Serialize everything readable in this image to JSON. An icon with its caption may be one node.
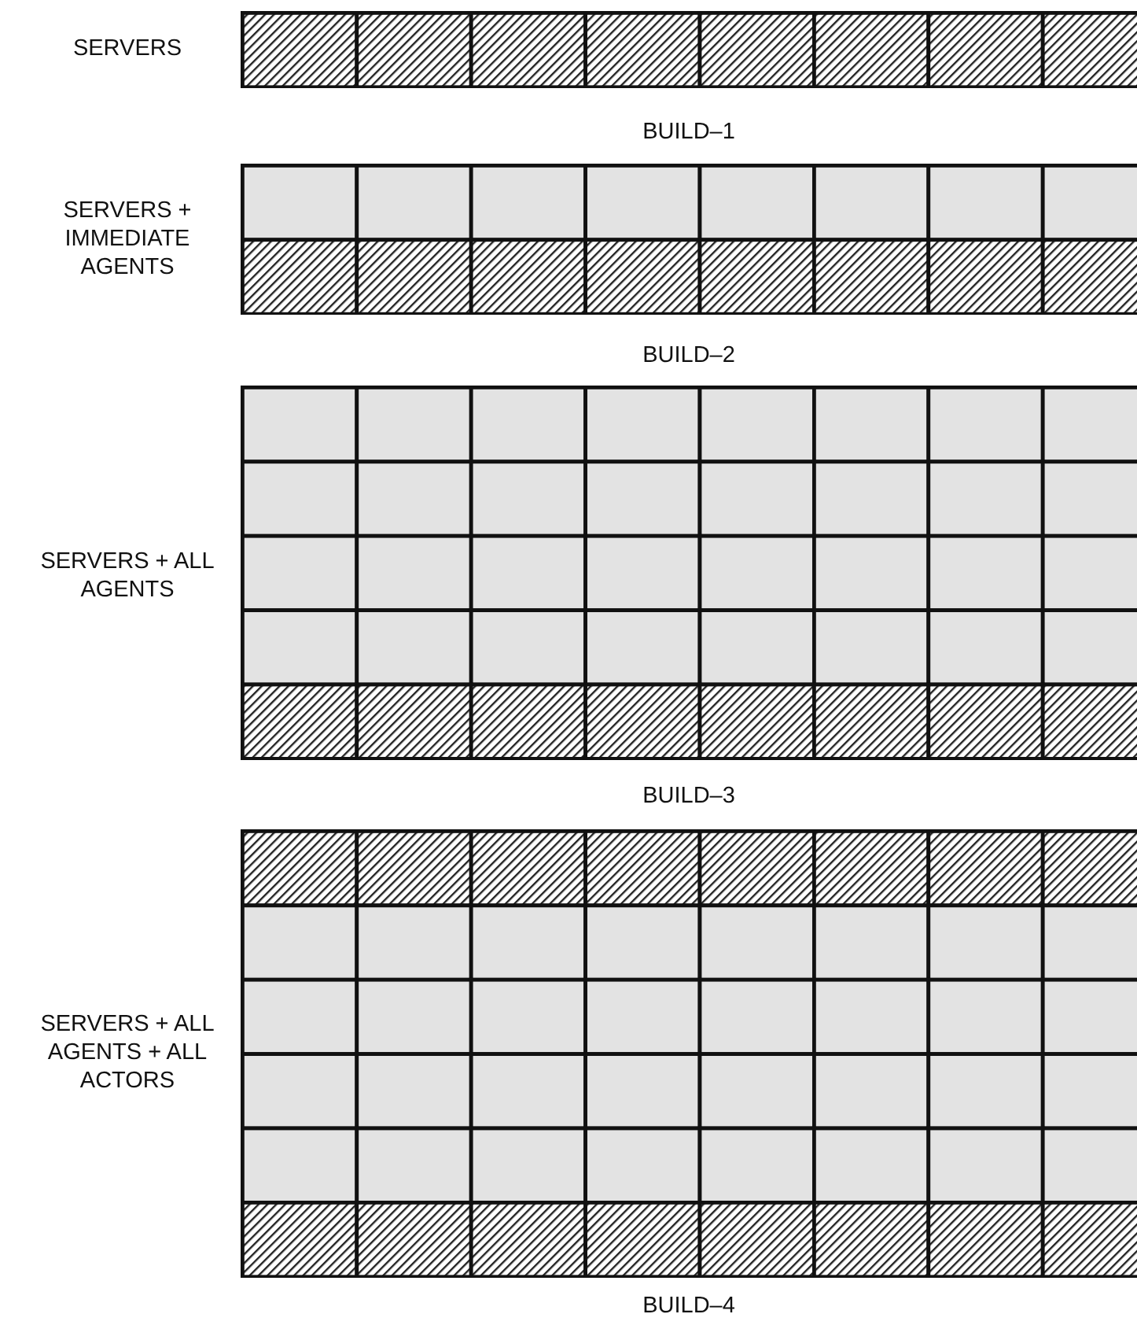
{
  "diagram": {
    "labels": [
      "SERVERS",
      "BUILD–1",
      "SERVERS + IMMEDIATE AGENTS",
      "BUILD–2",
      "SERVERS + ALL AGENTS",
      "BUILD–3",
      "SERVERS + ALL AGENTS + ALL ACTORS",
      "BUILD–4"
    ]
  }
}
